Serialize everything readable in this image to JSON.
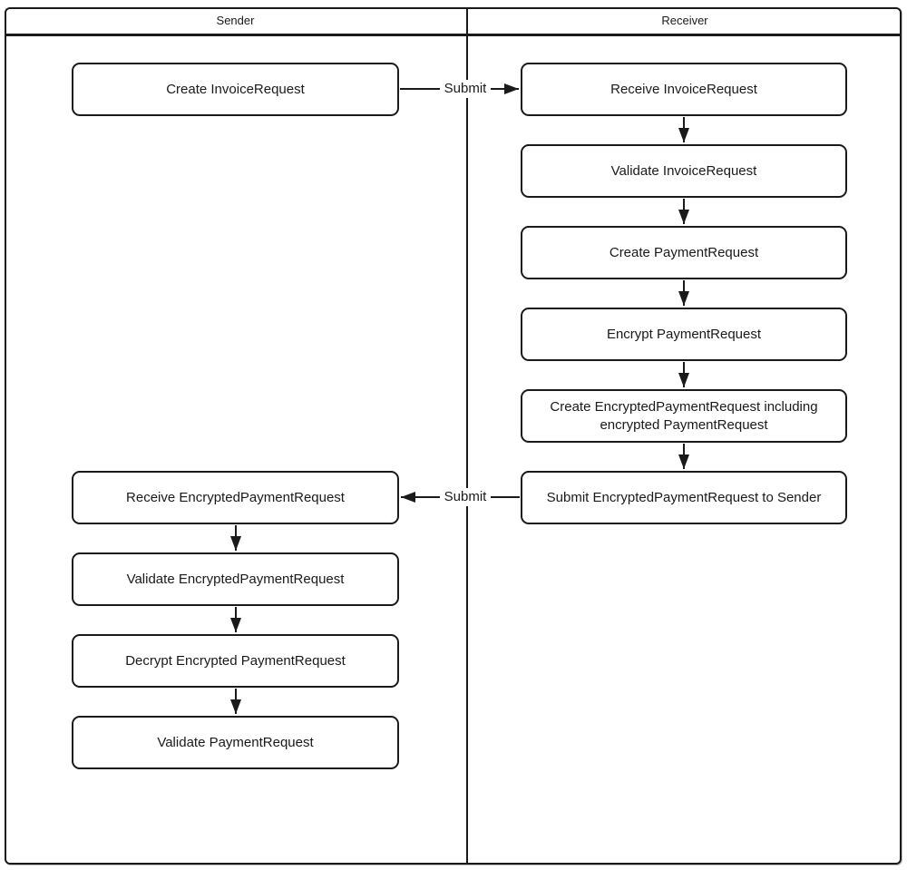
{
  "lanes": [
    {
      "label": "Sender"
    },
    {
      "label": "Receiver"
    }
  ],
  "sender_nodes": [
    {
      "label": "Create InvoiceRequest"
    },
    {
      "label": "Receive EncryptedPaymentRequest"
    },
    {
      "label": "Validate EncryptedPaymentRequest"
    },
    {
      "label": "Decrypt Encrypted PaymentRequest"
    },
    {
      "label": "Validate PaymentRequest"
    }
  ],
  "receiver_nodes": [
    {
      "label": "Receive InvoiceRequest"
    },
    {
      "label": "Validate InvoiceRequest"
    },
    {
      "label": "Create PaymentRequest"
    },
    {
      "label": "Encrypt PaymentRequest"
    },
    {
      "label": "Create EncryptedPaymentRequest including encrypted PaymentRequest"
    },
    {
      "label": "Submit EncryptedPaymentRequest to Sender"
    }
  ],
  "edge_labels": [
    {
      "label": "Submit"
    },
    {
      "label": "Submit"
    }
  ],
  "colors": {
    "line": "#1a1a1a",
    "background": "#ffffff"
  }
}
